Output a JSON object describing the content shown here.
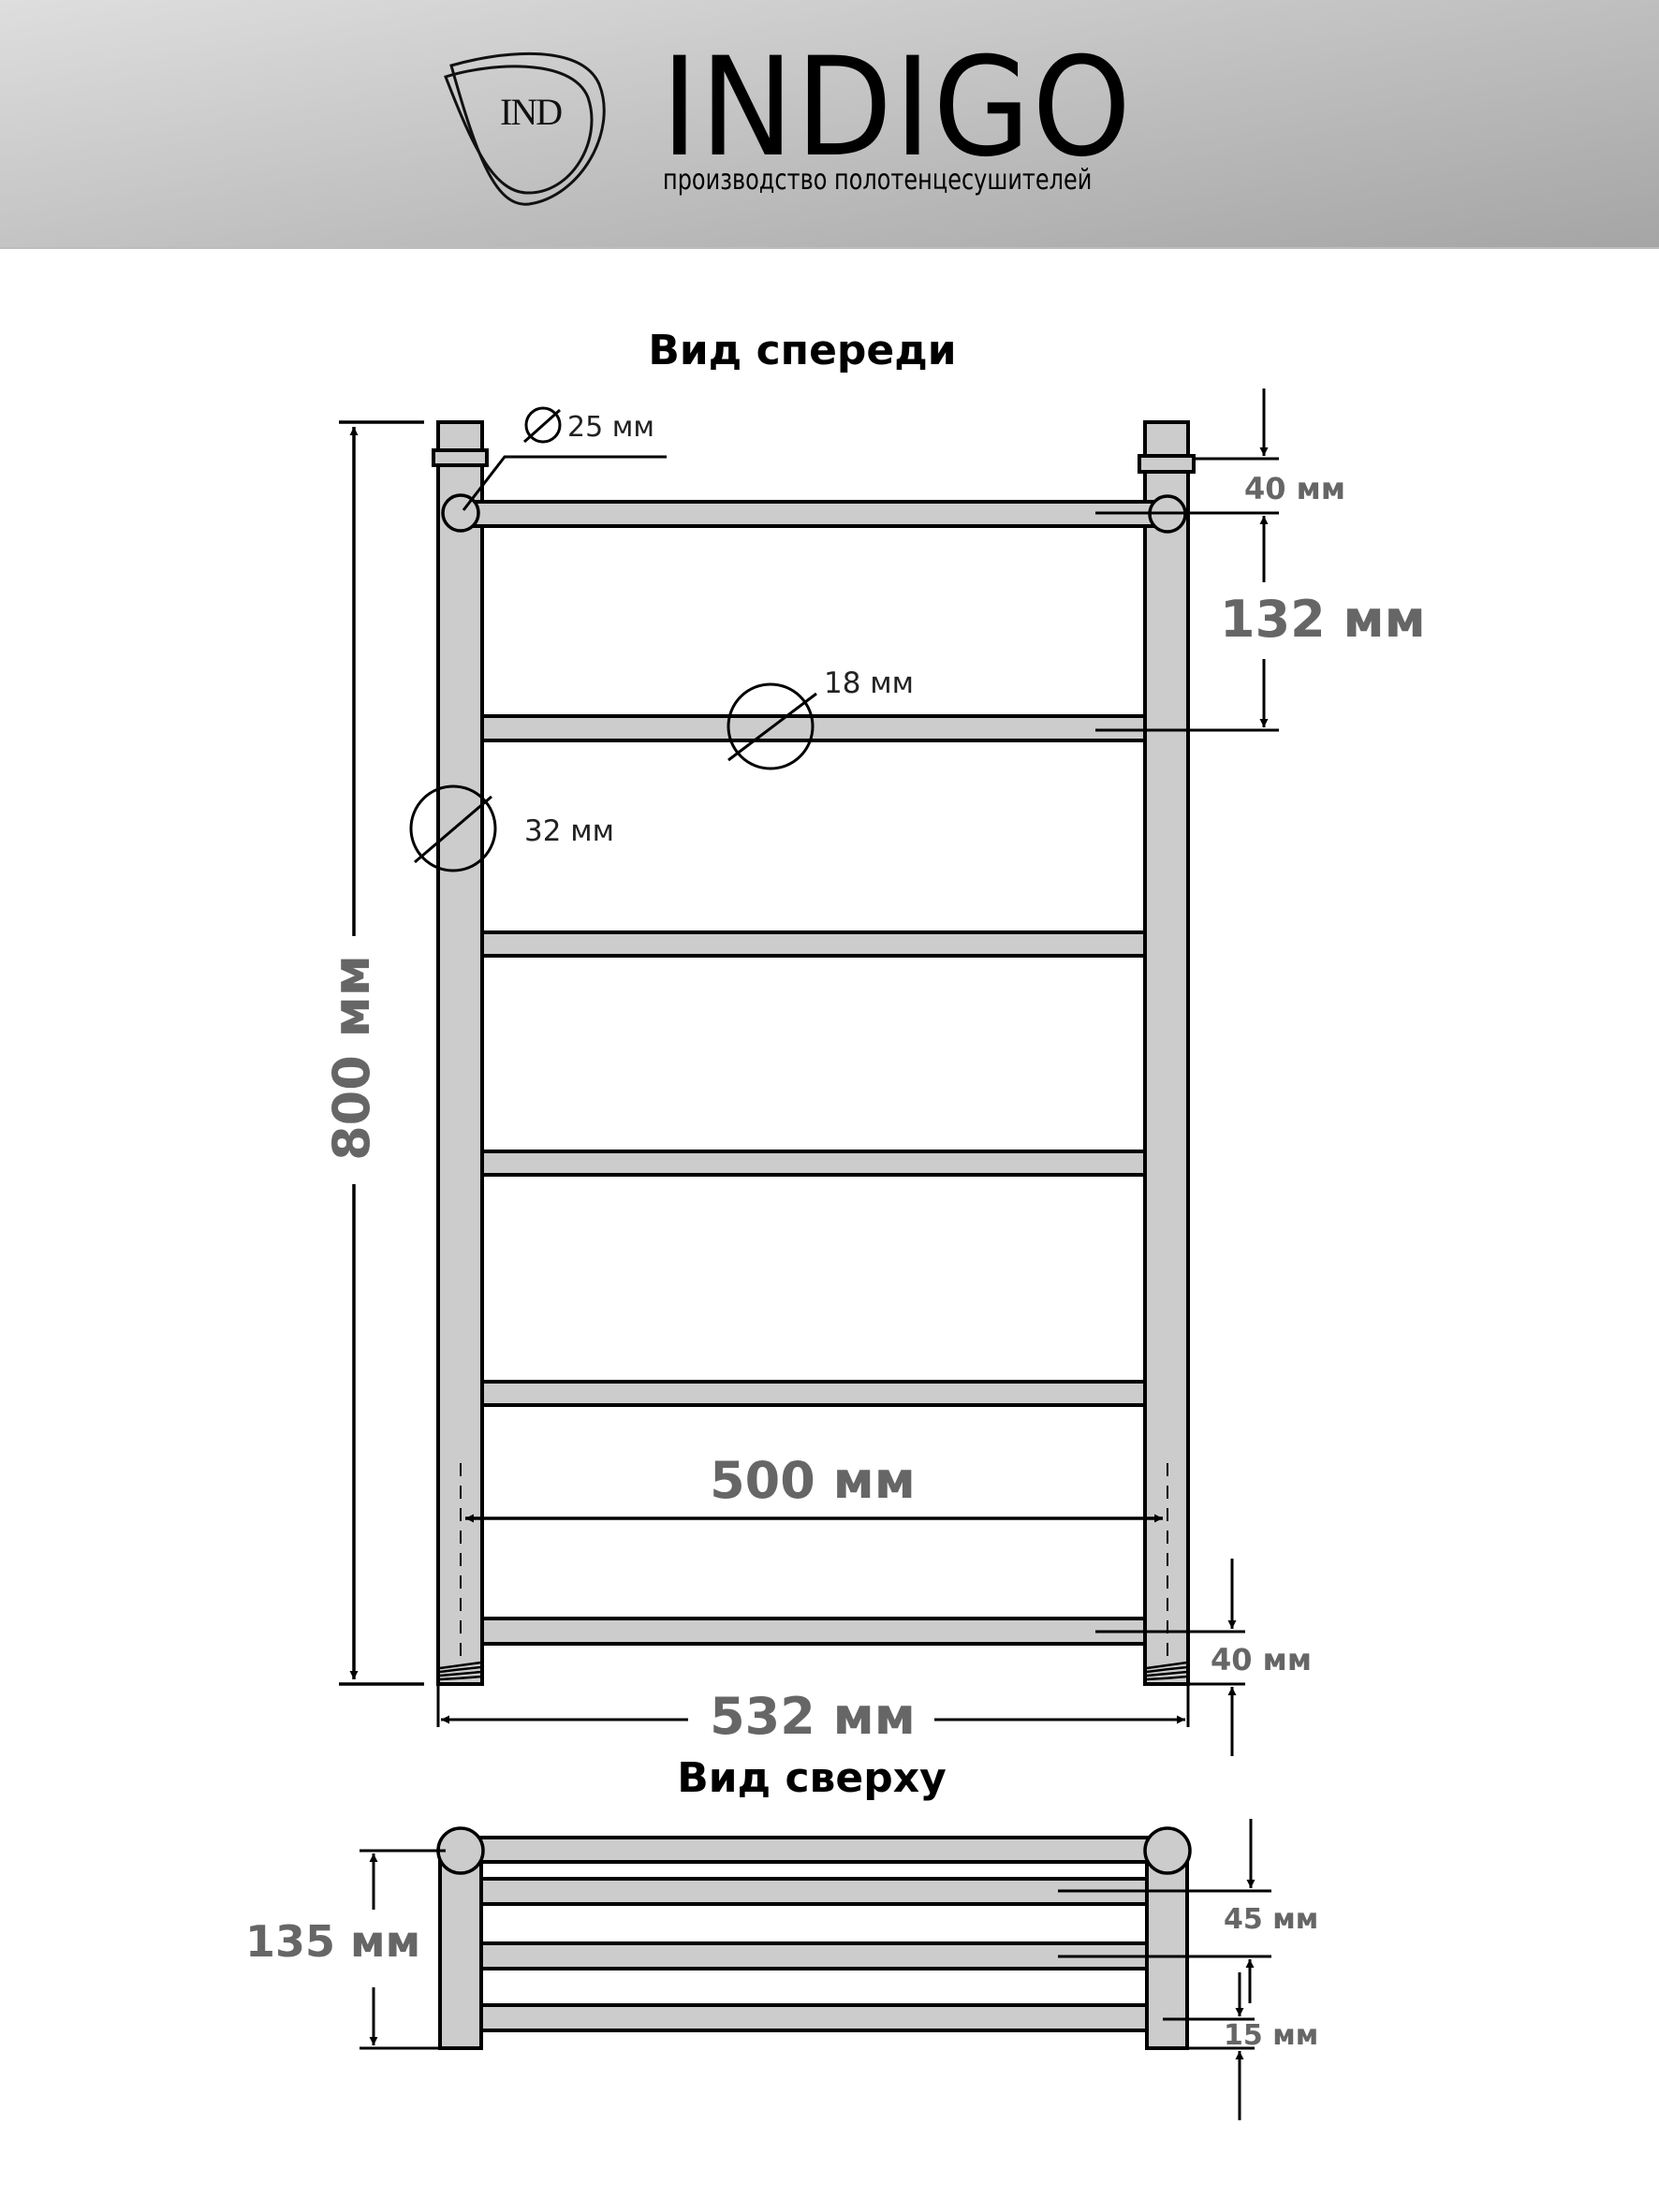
{
  "header": {
    "brand_name": "INDIGO",
    "logo_monogram": "IND",
    "tagline": "производство полотенцесушителей"
  },
  "front_view": {
    "title": "Вид спереди",
    "labels": {
      "top_pipe_diameter": "25 мм",
      "rail_diameter": "18 мм",
      "upright_diameter": "32 мм",
      "top_offset": "40 мм",
      "rail_spacing": "132 мм",
      "total_height": "800 мм",
      "center_distance": "500 мм",
      "bottom_offset": "40 мм",
      "total_width": "532 мм"
    },
    "rail_count": 6
  },
  "top_view": {
    "title": "Вид сверху",
    "labels": {
      "depth": "135 мм",
      "rail_offset": "45 мм",
      "wall_gap": "15 мм"
    },
    "rail_count": 4
  },
  "colors": {
    "pipe_fill": "#cccccc",
    "outline": "#000000",
    "dimension_text": "#666666",
    "header_top": "#dedede",
    "header_bottom": "#a5a5a5"
  },
  "icons": {
    "diameter_symbol": "diameter-icon",
    "arrow": "arrow-icon"
  }
}
